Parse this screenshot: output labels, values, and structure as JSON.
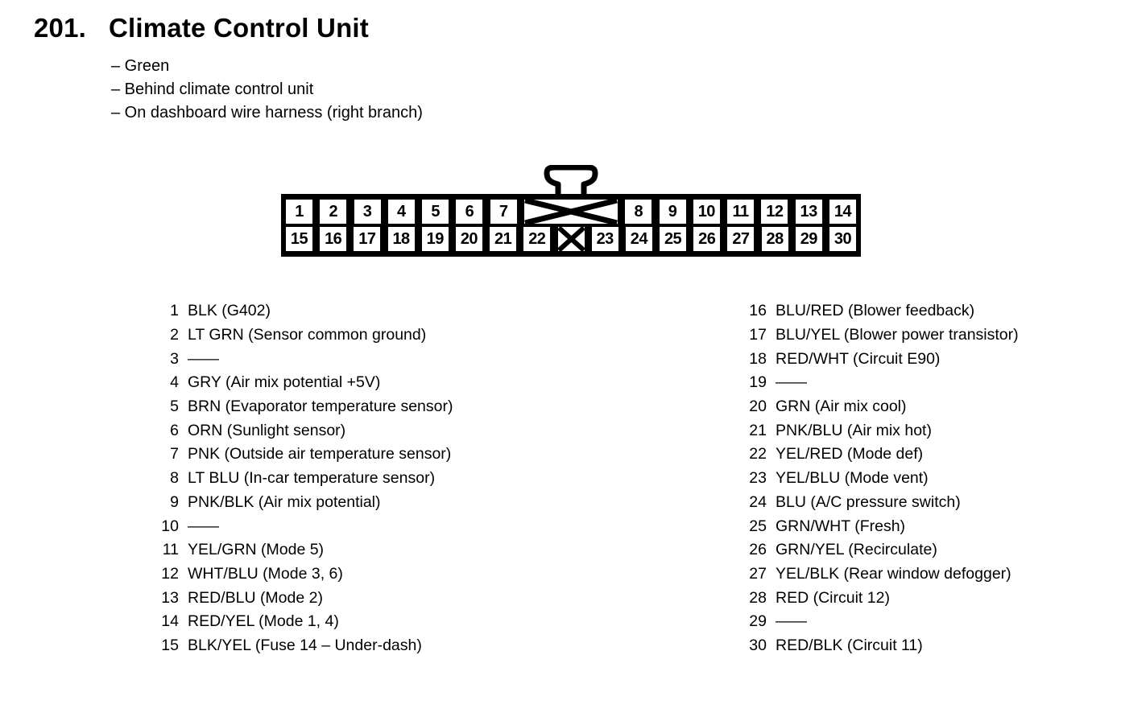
{
  "page": {
    "section_number": "201.",
    "title": "Climate Control Unit",
    "notes": [
      "– Green",
      "– Behind climate control unit",
      "– On dashboard wire harness (right branch)"
    ]
  },
  "connector": {
    "description": "30-pin connector, two rows, keyed center sections crossed out, latch tab on top",
    "color_hex": "#000000",
    "top_row_left_pins": [
      "1",
      "2",
      "3",
      "4",
      "5",
      "6",
      "7"
    ],
    "top_row_right_pins": [
      "8",
      "9",
      "10",
      "11",
      "12",
      "13",
      "14"
    ],
    "bottom_row_left_pins": [
      "15",
      "16",
      "17",
      "18",
      "19",
      "20",
      "21",
      "22"
    ],
    "bottom_row_right_pins": [
      "23",
      "24",
      "25",
      "26",
      "27",
      "28",
      "29",
      "30"
    ]
  },
  "pin_table": {
    "left_column": [
      {
        "pin": "1",
        "label": "BLK (G402)"
      },
      {
        "pin": "2",
        "label": "LT GRN (Sensor common ground)"
      },
      {
        "pin": "3",
        "label": "——"
      },
      {
        "pin": "4",
        "label": "GRY (Air mix potential +5V)"
      },
      {
        "pin": "5",
        "label": "BRN (Evaporator temperature sensor)"
      },
      {
        "pin": "6",
        "label": "ORN (Sunlight sensor)"
      },
      {
        "pin": "7",
        "label": "PNK (Outside air temperature sensor)"
      },
      {
        "pin": "8",
        "label": "LT BLU (In-car temperature sensor)"
      },
      {
        "pin": "9",
        "label": "PNK/BLK (Air mix potential)"
      },
      {
        "pin": "10",
        "label": "——"
      },
      {
        "pin": "11",
        "label": "YEL/GRN (Mode 5)"
      },
      {
        "pin": "12",
        "label": "WHT/BLU (Mode 3, 6)"
      },
      {
        "pin": "13",
        "label": "RED/BLU (Mode 2)"
      },
      {
        "pin": "14",
        "label": "RED/YEL (Mode 1, 4)"
      },
      {
        "pin": "15",
        "label": "BLK/YEL (Fuse 14 – Under-dash)"
      }
    ],
    "right_column": [
      {
        "pin": "16",
        "label": "BLU/RED (Blower feedback)"
      },
      {
        "pin": "17",
        "label": "BLU/YEL (Blower power transistor)"
      },
      {
        "pin": "18",
        "label": "RED/WHT (Circuit E90)"
      },
      {
        "pin": "19",
        "label": "——"
      },
      {
        "pin": "20",
        "label": "GRN (Air mix cool)"
      },
      {
        "pin": "21",
        "label": "PNK/BLU (Air mix hot)"
      },
      {
        "pin": "22",
        "label": "YEL/RED (Mode def)"
      },
      {
        "pin": "23",
        "label": "YEL/BLU (Mode vent)"
      },
      {
        "pin": "24",
        "label": "BLU (A/C pressure switch)"
      },
      {
        "pin": "25",
        "label": "GRN/WHT (Fresh)"
      },
      {
        "pin": "26",
        "label": "GRN/YEL (Recirculate)"
      },
      {
        "pin": "27",
        "label": "YEL/BLK (Rear window defogger)"
      },
      {
        "pin": "28",
        "label": "RED (Circuit 12)"
      },
      {
        "pin": "29",
        "label": "——"
      },
      {
        "pin": "30",
        "label": "RED/BLK (Circuit 11)"
      }
    ]
  }
}
